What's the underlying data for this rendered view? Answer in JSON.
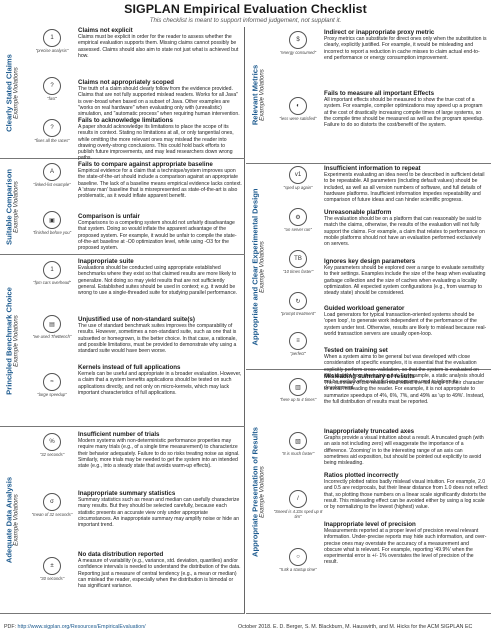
{
  "header": {
    "title": "SIGPLAN Empirical Evaluation Checklist",
    "subtitle": "This checklist is meant to support informed judgement, not supplant it."
  },
  "left_sections": [
    {
      "title": "Clearly Stated Claims",
      "sub": "Example Violations",
      "illustrations": [
        {
          "icon": "1",
          "label": "\"precise analysis\""
        },
        {
          "icon": "?",
          "label": "\"fast\""
        },
        {
          "icon": "?",
          "label": "\"fixes all the races\""
        }
      ],
      "items": [
        {
          "h": "Claims not explicit",
          "b": "Claims must be explicit in order for the reader to assess whether the empirical evaluation supports them. Missing claims cannot possibly be assessed. Claims should also aim to state not just what is achieved but how."
        },
        {
          "h": "Claims not appropriately scoped",
          "b": "The truth of a claim should clearly follow from the evidence provided. Claims that are not fully supported mislead readers. Works for all Java\" is over-broad when based on a subset of Java. Other examples are \"works on real hardware\" when evaluating only with (unrealistic) simulation, and \"automatic process\" when requiring human intervention."
        },
        {
          "h": "Fails to acknowledge limitations",
          "b": "A paper should acknowledge its limitations to place the scope of its results in context. Stating no limitations at all, or only tangential ones, while omitting the more relevant ones may mislead the reader into drawing overly-strong conclusions. This could hold back efforts to publish future improvements, and may lead researchers down wrong paths."
        }
      ]
    },
    {
      "title": "Suitable Comparison",
      "sub": "Example Violations",
      "illustrations": [
        {
          "icon": "A",
          "label": "\"linked-list example\""
        },
        {
          "icon": "▣",
          "label": "\"finished before you\""
        }
      ],
      "items": [
        {
          "h": "Fails to compare against appropriate baseline",
          "b": "Empirical evidence for a claim that a technique/system improves upon the state-of-the-art should include a comparison against an appropriate baseline. The lack of a baseline means empirical evidence lacks context. A 'straw man' baseline that is misrepresented as state-of-the-art is also problematic, as it would inflate apparent benefit."
        },
        {
          "h": "Comparison is unfair",
          "b": "Comparisons to a competing system should not unfairly disadvantage that system. Doing so would inflate the apparent advantage of the proposed system. For example, it would be unfair to compile the state-of-the-art baseline at -O0 optimization level, while using -O3 for the proposed system."
        }
      ]
    },
    {
      "title": "Principled Benchmark Choice",
      "sub": "Example Violations",
      "illustrations": [
        {
          "icon": "1",
          "label": "\"fpm cars overhead\""
        },
        {
          "icon": "▤",
          "label": "\"we used TheBench\""
        },
        {
          "icon": "≈",
          "label": "\"large speedup\""
        }
      ],
      "items": [
        {
          "h": "Inappropriate suite",
          "b": "Evaluations should be conducted using appropriate established benchmarks where they exist so that claimed results are more likely to generalize. Not doing so may yield results that are not sufficiently general. Established suites should be used in context; e.g. it would be wrong to use a single-threaded suite for studying parallel performance."
        },
        {
          "h": "Unjustified use of non-standard suite(s)",
          "b": "The use of standard benchmark suites improves the comparability of results. However, sometimes a non-standard suite, such as one that is subsetted or homegrown, is the better choice. In that case, a rationale, and possible limitations, must be provided to demonstrate why using a standard suite would have been worse."
        },
        {
          "h": "Kernels instead of full applications",
          "b": "Kernels can be useful and appropriate in a broader evaluation. However, a claim that a system benefits applications should be tested on such applications directly, and not only on micro-kernels, which may lack important characteristics of full applications."
        }
      ]
    },
    {
      "title": "Adequate Data Analysis",
      "sub": "Example Violations",
      "illustrations": [
        {
          "icon": "%",
          "label": "\"32 seconds\""
        },
        {
          "icon": "σ",
          "label": "\"mean of 32 seconds\""
        },
        {
          "icon": "±",
          "label": "\"30 seconds\""
        }
      ],
      "items": [
        {
          "h": "Insufficient number of trials",
          "b": "Modern systems with non-deterministic performance properties may require many trials (e.g., of a single time measurement) to characterize their behavior adequately. Failure to do so risks treating noise as signal. Similarly, more trials may be needed to get the system into an intended state (e.g., into a steady state that avoids warm-up effects)."
        },
        {
          "h": "Inappropriate summary statistics",
          "b": "Summary statistics such as mean and median can usefully characterize many results. But they should be selected carefully, because each statistic presents an accurate view only under appropriate circumstances. An inappropriate summary may amplify noise or hide an important trend."
        },
        {
          "h": "No data distribution reported",
          "b": "A measure of variability (e.g., variance, std. deviation, quantiles) and/or confidence intervals is needed to understand the distribution of the data. Reporting just a measure of central tendency (e.g., a mean or median) can mislead the reader, especially when the distribution is bimodal or has significant variance."
        }
      ]
    }
  ],
  "right_sections": [
    {
      "title": "Relevant Metrics",
      "sub": "Example Violations",
      "illustrations": [
        {
          "icon": "$",
          "label": "\"energy consumed\""
        },
        {
          "icon": "◐",
          "label": "\"less were satisfied\""
        }
      ],
      "items": [
        {
          "h": "Indirect or inappropriate proxy metric",
          "b": "Proxy metrics can substitute for direct ones only when the substitution is clearly, explicitly justified. For example, it would be misleading and incorrect to report a reduction in cache misses to claim actual end-to-end performance or energy consumption improvement."
        },
        {
          "h": "Fails to measure all important Effects",
          "b": "All important effects should be measured to show the true cost of a system. For example, compiler optimizations may speed up a program at the cost of drastically increasing compile times of large systems, so the compile time should be measured as well as the program speedup. Failure to do so distorts the cost/benefit of the system."
        }
      ]
    },
    {
      "title": "Appropriate and Clear Experimental Design",
      "sub": "Example Violations",
      "illustrations": [
        {
          "icon": "v1",
          "label": "\"sped up again\""
        },
        {
          "icon": "⚙",
          "label": "\"on server ran\""
        },
        {
          "icon": "TB",
          "label": "\"10 times faster\""
        },
        {
          "icon": "↻",
          "label": "\"prompt treatment\""
        },
        {
          "icon": "≡",
          "label": "\"perfect\""
        }
      ],
      "items": [
        {
          "h": "Insufficient information to repeat",
          "b": "Experiments evaluating an idea need to be described in sufficient detail to be repeatable. All parameters (including default values) should be included, as well as all version numbers of software, and full details of hardware platforms. Insufficient information impedes repeatability and comparison of future ideas and can hinder scientific progress."
        },
        {
          "h": "Unreasonable platform",
          "b": "The evaluation should be on a platform that can reasonably be said to match the claims, otherwise, the results of the evaluation will not fully support the claims. For example, a claim that relates to performance on mobile platforms should not have an evaluation performed exclusively on servers."
        },
        {
          "h": "Ignores key design parameters",
          "b": "Key parameters should be explored over a range to evaluate sensitivity to their settings. Examples include the size of the heap when evaluating garbage collection and the size of caches when evaluating a locality optimization. All expected system configurations (e.g., from warmup to steady state) should be considered."
        },
        {
          "h": "Guided workload generator",
          "b": "Load generators for typical transaction-oriented systems should be 'open loop', to generate work independent of the performance of the system under test. Otherwise, results are likely to mislead because real-world transaction servers are usually open-loop."
        },
        {
          "h": "Tested on training set",
          "b": "When a system aims to be general but was developed with close consideration of specific examples, it is essential that the evaluation explicitly perform cross-validation, so that the system is evaluated on data distinct from the training set. For example, a static analysis should not be exclusively evaluated on programs used to inform its development."
        }
      ]
    },
    {
      "title": "Appropriate Presentation of Results",
      "sub": "Example Violations",
      "illustrations": [
        {
          "icon": "▥",
          "label": "\"here up to 4 times\""
        },
        {
          "icon": "▧",
          "label": "\"8 is much faster\""
        },
        {
          "icon": "/",
          "label": "\"Sneed is 4.33x sped up 8 tim\""
        },
        {
          "icon": "○",
          "label": "\"5.8k a startup time\""
        }
      ],
      "items": [
        {
          "h": "Misleading summary of results",
          "b": "The summary of the results must reflect the full range of their character to avoid misleading the reader. For example, it is not appropriate to summarize speedups of 4%, 6%, 7%, and 49% as 'up to 49%'. Instead, the full distribution of results must be reported."
        },
        {
          "h": "Inappropriately truncated axes",
          "b": "Graphs provide a visual intuition about a result. A truncated graph (with an axis not including zero) will exaggerate the importance of a difference. 'Zooming' in to the interesting range of an axis can sometimes aid exposition, but should be pointed out explicitly to avoid being misleading."
        },
        {
          "h": "Ratios plotted incorrectly",
          "b": "Incorrectly plotted ratios badly mislead visual intuition. For example, 2.0 and 0.5 are reciprocals, but their linear distance from 1.0 does not reflect that, so plotting those numbers on a linear scale significantly distorts the result. This misleading effect can be avoided either by using a log scale or by normalizing to the lowest (highest) value."
        },
        {
          "h": "Inappropriate level of precision",
          "b": "Measurements reported at a proper level of precision reveal relevant information. Under-precise reports may hide such information, and over-precise ones may overstate the accuracy of a measurement and obscure what is relevant. For example, reporting '49.9%' when the experimental error is +/- 1% overstates the level of precision of the result."
        }
      ]
    }
  ],
  "footer": {
    "pdf_label": "PDF: ",
    "pdf_url": "http://www.sigplan.org/Resources/EmpiricalEvaluation/",
    "citation": "October 2018. E. D. Berger, S. M. Blackburn, M. Hauswirth, and M. Hicks for the ACM SIGPLAN EC"
  }
}
